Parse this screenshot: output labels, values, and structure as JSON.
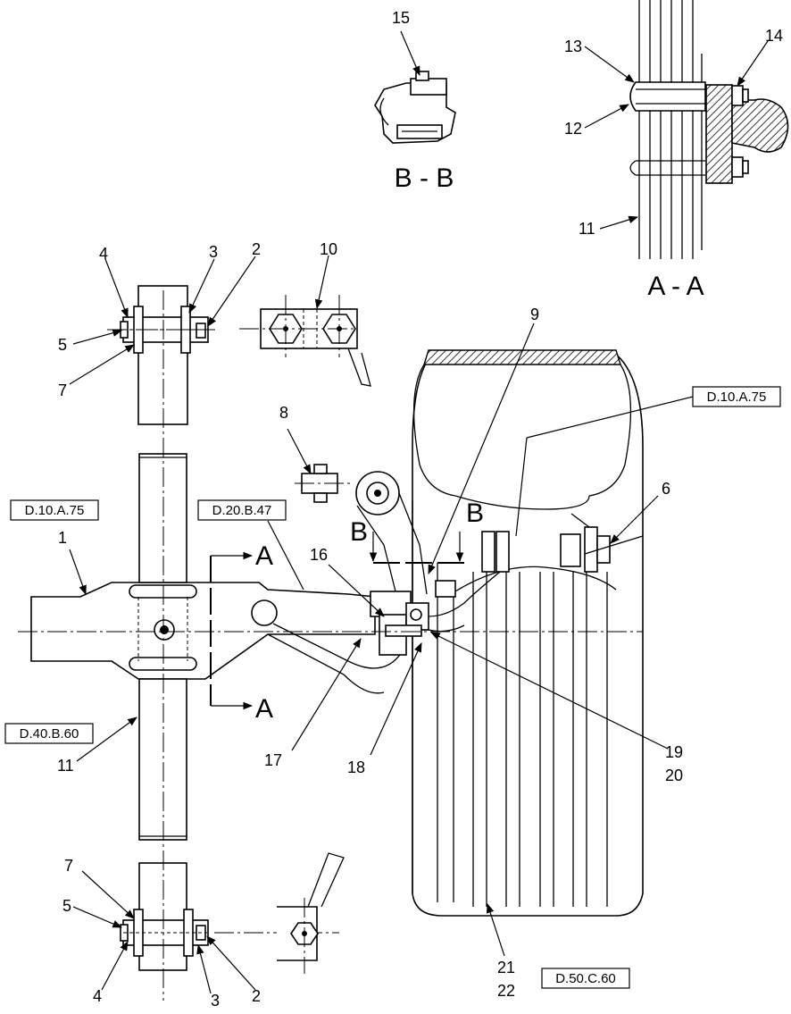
{
  "section_labels": {
    "bb": "B - B",
    "aa": "A - A",
    "a_top": "A",
    "a_bottom": "A",
    "b_left": "B",
    "b_right": "B"
  },
  "ref_boxes": {
    "r1": "D.10.A.75",
    "r2": "D.20.B.47",
    "r3": "D.10.A.75",
    "r4": "D.40.B.60",
    "r5": "D.50.C.60"
  },
  "callouts": {
    "c15": "15",
    "c13": "13",
    "c14": "14",
    "c12": "12",
    "c11_aa": "11",
    "c4_top": "4",
    "c3_top": "3",
    "c2_top": "2",
    "c10": "10",
    "c5_top": "5",
    "c7_top": "7",
    "c9": "9",
    "c8": "8",
    "c6": "6",
    "c1": "1",
    "c16": "16",
    "c11": "11",
    "c17": "17",
    "c18": "18",
    "c19": "19",
    "c20": "20",
    "c7_bot": "7",
    "c5_bot": "5",
    "c4_bot": "4",
    "c3_bot": "3",
    "c2_bot": "2",
    "c21": "21",
    "c22": "22"
  }
}
